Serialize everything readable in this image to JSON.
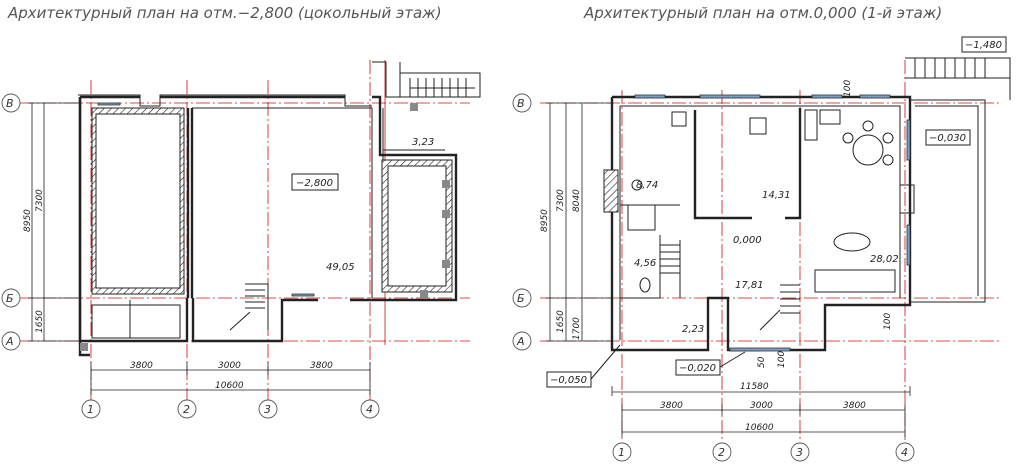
{
  "titles": {
    "left": "Архитектурный план на отм.−2,800 (цокольный этаж)",
    "right": "Архитектурный план на отм.0,000 (1-й этаж)"
  },
  "left_plan": {
    "axes_letters": [
      "В",
      "Б",
      "А"
    ],
    "axes_numbers": [
      "1",
      "2",
      "3",
      "4"
    ],
    "dims_vertical": [
      "8950",
      "7300",
      "1650"
    ],
    "dims_horizontal": [
      "3800",
      "3000",
      "3800",
      "10600"
    ],
    "level": "−2,800",
    "rooms": [
      "3,23",
      "49,05"
    ]
  },
  "right_plan": {
    "axes_letters": [
      "В",
      "Б",
      "А"
    ],
    "axes_numbers": [
      "1",
      "2",
      "3",
      "4"
    ],
    "dims_vertical": [
      "8950",
      "7300",
      "8040",
      "1650",
      "1700"
    ],
    "dims_horizontal": [
      "11580",
      "3800",
      "3000",
      "3800",
      "10600"
    ],
    "levels": [
      "0,000",
      "−0,030",
      "−1,480",
      "−0,050",
      "−0,020"
    ],
    "rooms": [
      "8,74",
      "14,31",
      "4,56",
      "17,81",
      "2,23",
      "28,02"
    ],
    "small_dims": [
      "100",
      "100",
      "50",
      "100"
    ]
  }
}
